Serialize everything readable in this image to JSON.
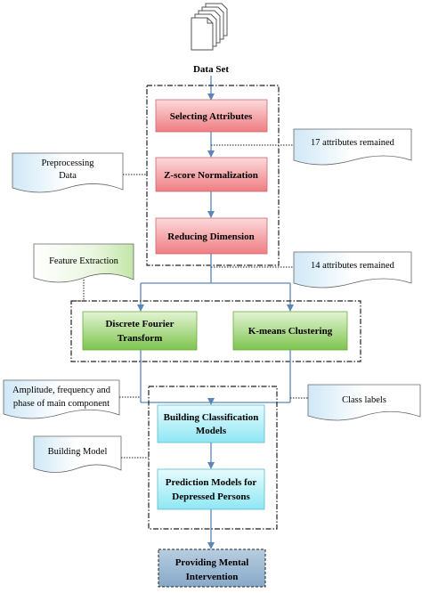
{
  "dataset_label": "Data Set",
  "steps": {
    "selecting": "Selecting Attributes",
    "zscore": "Z-score Normalization",
    "reducing": "Reducing Dimension",
    "dft_line1": "Discrete Fourier",
    "dft_line2": "Transform",
    "kmeans": "K-means Clustering",
    "building_line1": "Building Classification",
    "building_line2": "Models",
    "prediction_line1": "Prediction Models for",
    "prediction_line2": "Depressed Persons",
    "intervention_line1": "Providing Mental",
    "intervention_line2": "Intervention"
  },
  "notes": {
    "attr17": "17 attributes remained",
    "preprocessing_line1": "Preprocessing",
    "preprocessing_line2": "Data",
    "feature_extraction": "Feature Extraction",
    "attr14": "14 attributes remained",
    "amplitude_line1": "Amplitude, frequency and",
    "amplitude_line2": "phase of main component",
    "class_labels": "Class labels",
    "building_model": "Building Model"
  },
  "colors": {
    "pink_box": "#f0888c",
    "green_box": "#8fce62",
    "cyan_box": "#a6eef8",
    "steel_box": "#8fb0cc",
    "arrow": "#5b86b6"
  }
}
